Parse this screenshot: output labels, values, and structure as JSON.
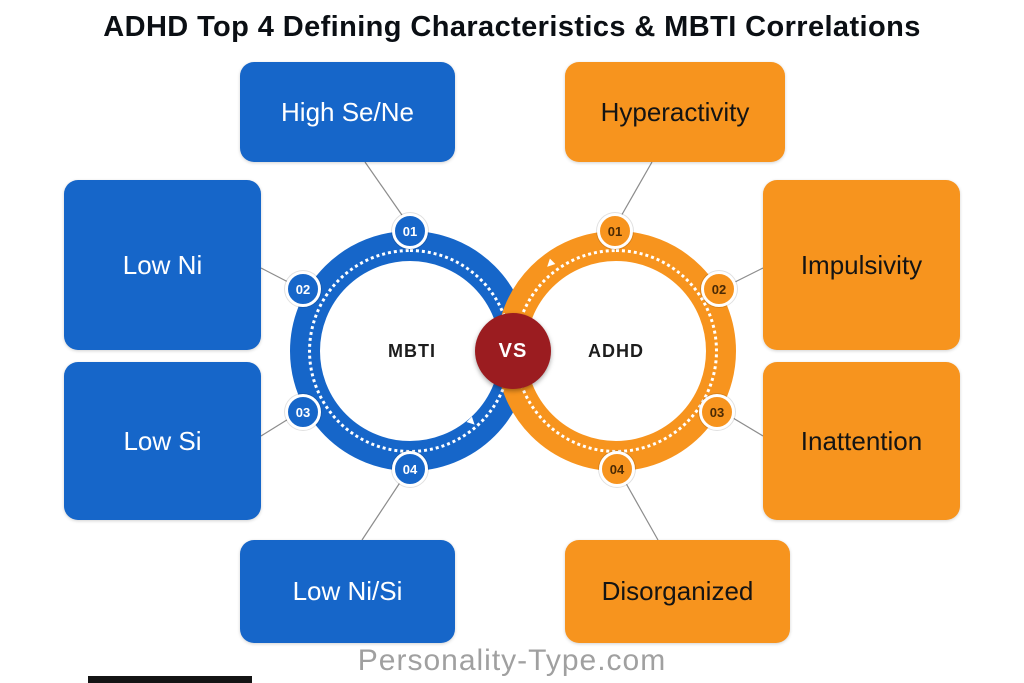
{
  "title": "ADHD Top 4 Defining Characteristics & MBTI Correlations",
  "watermark": "Personality-Type.com",
  "diagram": {
    "left_ring_label": "MBTI",
    "right_ring_label": "ADHD",
    "vs_label": "VS",
    "left_items": [
      {
        "number": "01",
        "label": "High Se/Ne"
      },
      {
        "number": "02",
        "label": "Low Ni"
      },
      {
        "number": "03",
        "label": "Low Si"
      },
      {
        "number": "04",
        "label": "Low Ni/Si"
      }
    ],
    "right_items": [
      {
        "number": "01",
        "label": "Hyperactivity"
      },
      {
        "number": "02",
        "label": "Impulsivity"
      },
      {
        "number": "03",
        "label": "Inattention"
      },
      {
        "number": "04",
        "label": "Disorganized"
      }
    ]
  },
  "icons": {
    "direction_arrow": "▲"
  },
  "colors": {
    "blue": "#1666c9",
    "orange": "#f7941e",
    "vs_red": "#9b1c20",
    "title_text": "#0b0f14",
    "watermark_gray": "#a0a0a0",
    "connector_gray": "#8c8c8c"
  }
}
